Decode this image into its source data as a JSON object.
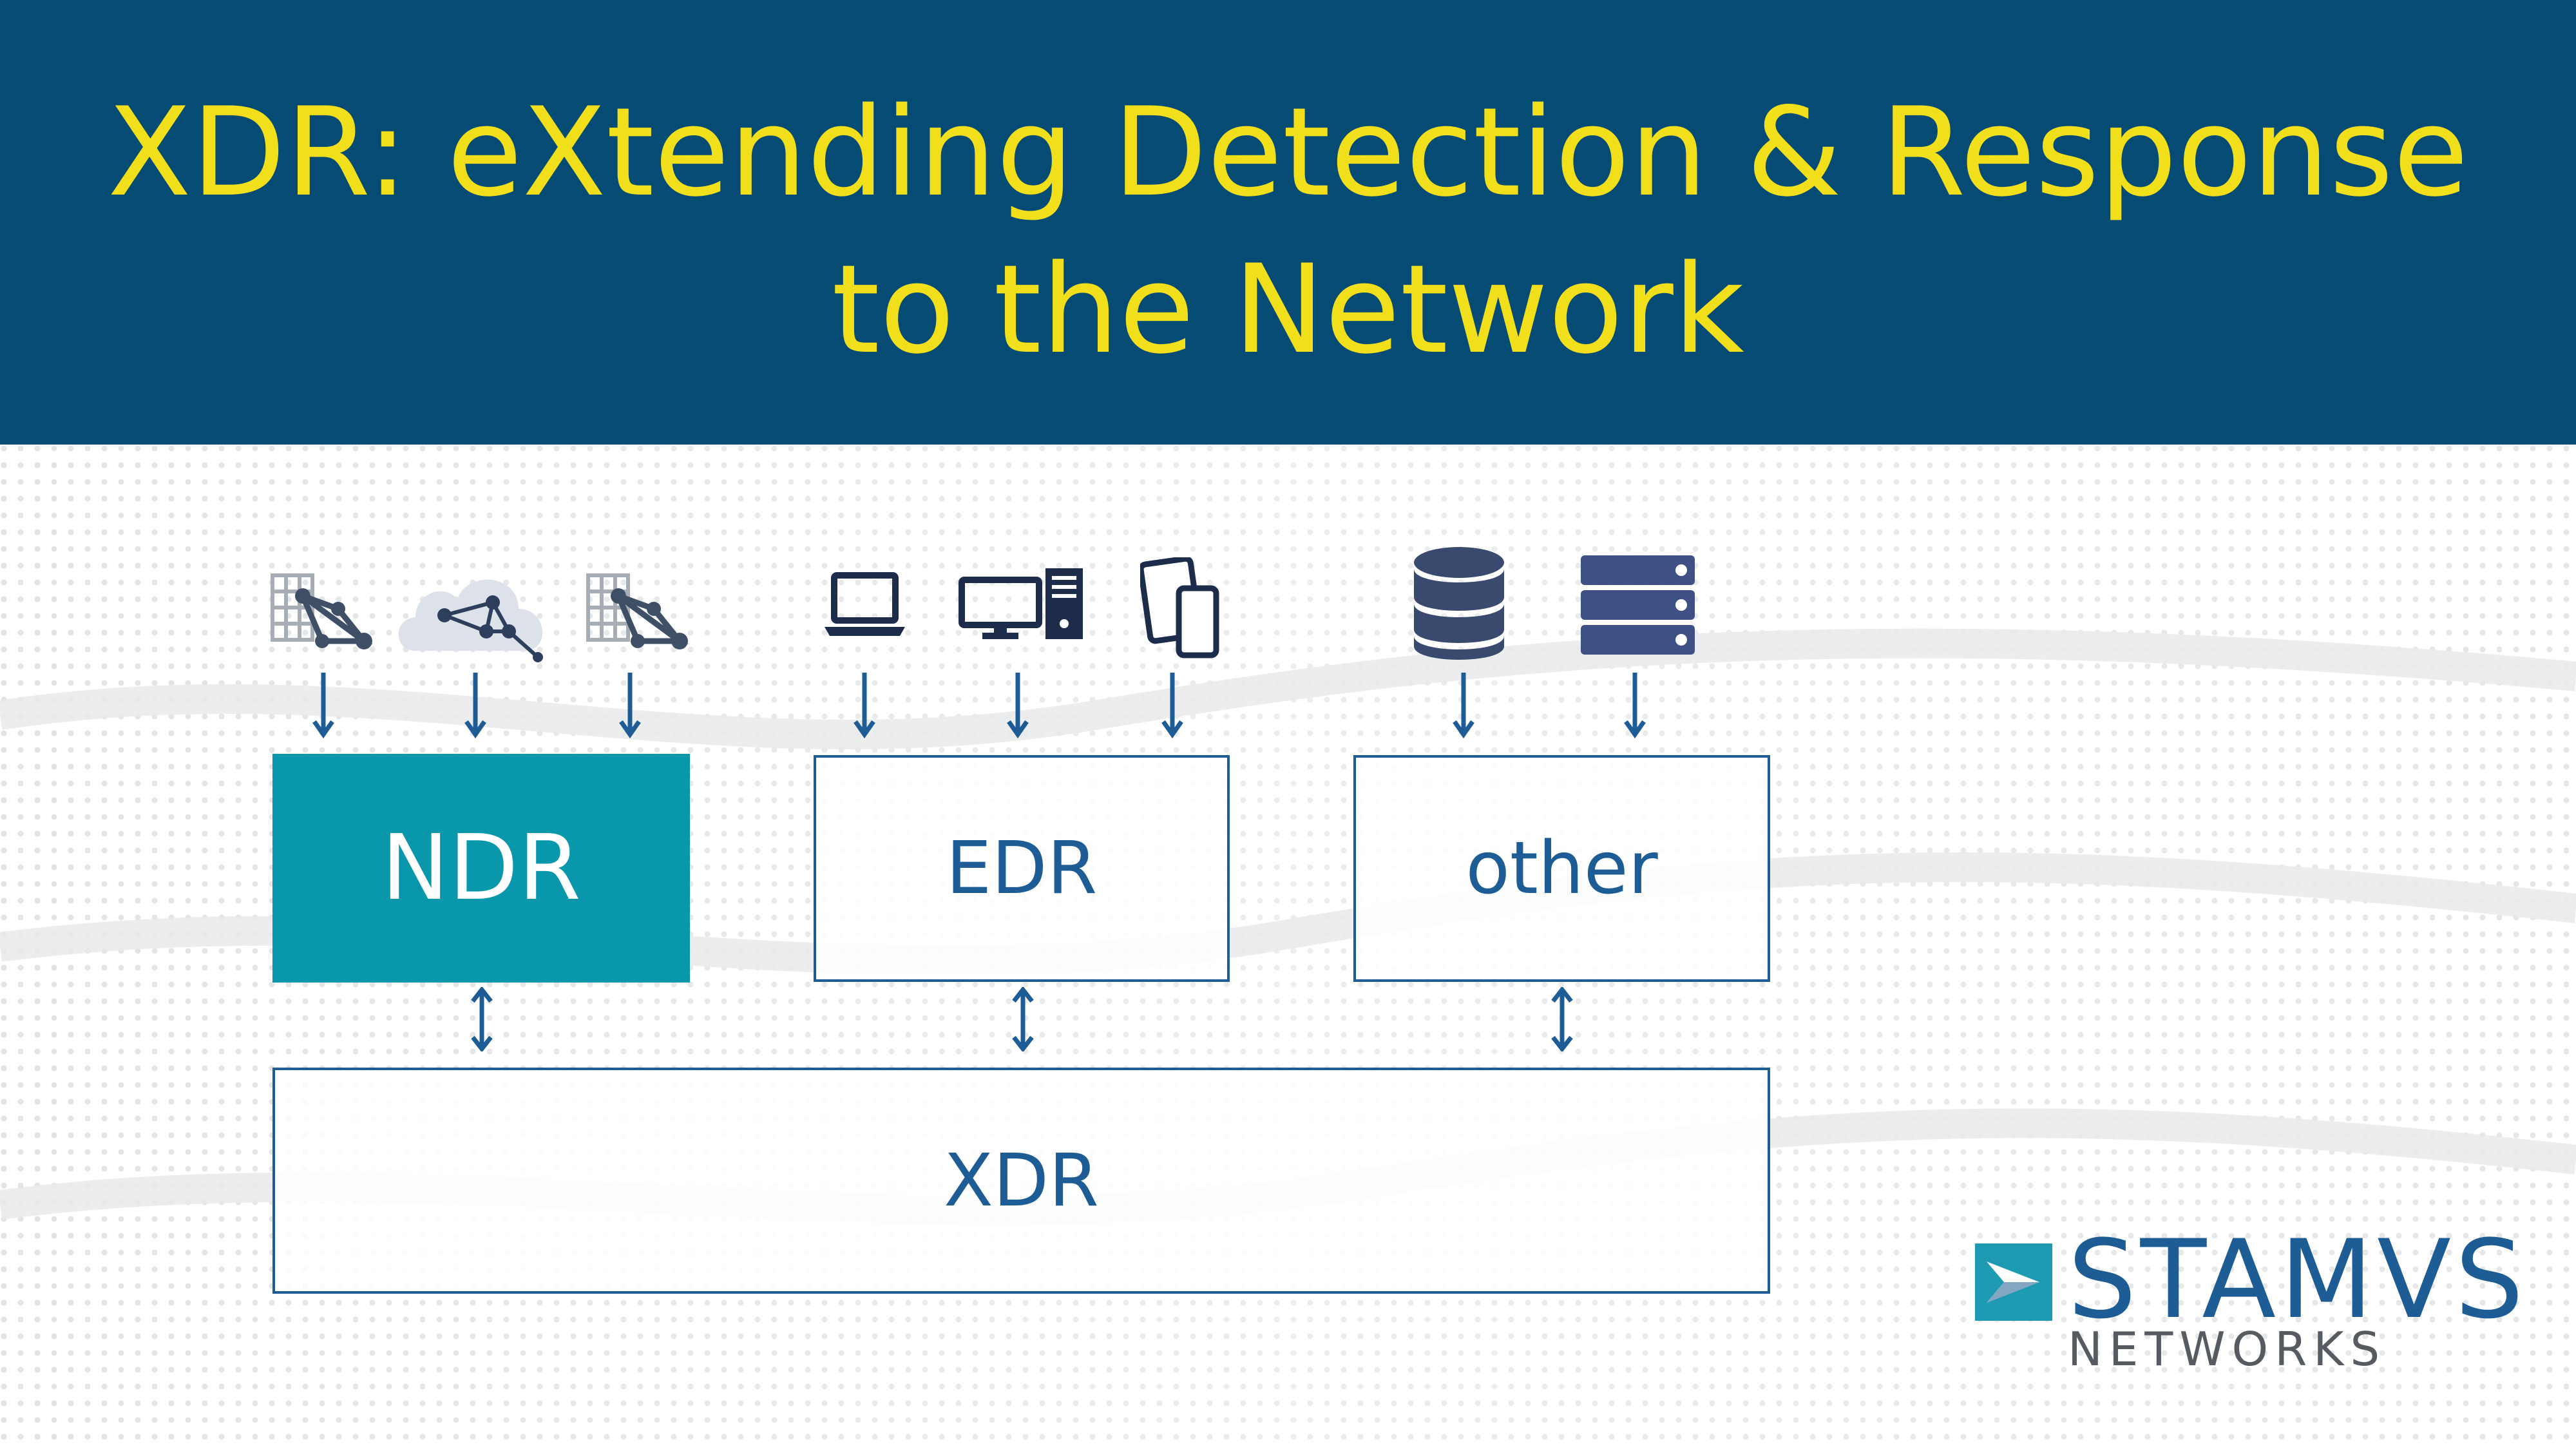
{
  "header": {
    "title_line1": "XDR: eXtending Detection & Response",
    "title_line2": "to the Network"
  },
  "boxes": {
    "ndr": "NDR",
    "edr": "EDR",
    "other": "other",
    "xdr": "XDR"
  },
  "logo": {
    "wordmark": "STAMVS",
    "subtitle": "NETWORKS"
  },
  "icons": [
    "network-building-icon",
    "cloud-network-icon",
    "network-building-icon",
    "laptop-icon",
    "desktop-computer-icon",
    "mobile-devices-icon",
    "database-icon",
    "server-rack-icon"
  ],
  "colors": {
    "header_bg": "#054b73",
    "title": "#f2df1c",
    "accent": "#0897ab",
    "diagram_blue": "#1d5c94",
    "icon_dark": "#3a4a6e"
  }
}
